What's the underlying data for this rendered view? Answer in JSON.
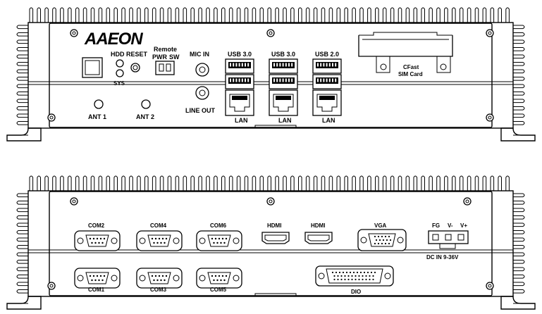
{
  "front_panel": {
    "brand": "AAEON",
    "remote_label": "Remote",
    "hdd_label": "HDD",
    "reset_label": "RESET",
    "pwr_label": "PWR",
    "sw_label": "SW",
    "sys_label": "SYS",
    "mic_in_label": "MIC  IN",
    "line_out_label": "LINE  OUT",
    "ant1_label": "ANT  1",
    "ant2_label": "ANT  2",
    "usb_labels": [
      "USB  3.0",
      "USB  3.0",
      "USB  2.0"
    ],
    "lan_labels": [
      "LAN",
      "LAN",
      "LAN"
    ],
    "cfast_label": "CFast",
    "sim_label": "SIM  Card"
  },
  "rear_panel": {
    "com_top": [
      "COM2",
      "COM4",
      "COM6"
    ],
    "com_bottom": [
      "COM1",
      "COM3",
      "COM5"
    ],
    "hdmi_labels": [
      "HDMI",
      "HDMI"
    ],
    "vga_label": "VGA",
    "dio_label": "DIO",
    "fg_label": "FG",
    "vminus_label": "V-",
    "vplus_label": "V+",
    "dc_in_label": "DC  IN  9-36V"
  }
}
